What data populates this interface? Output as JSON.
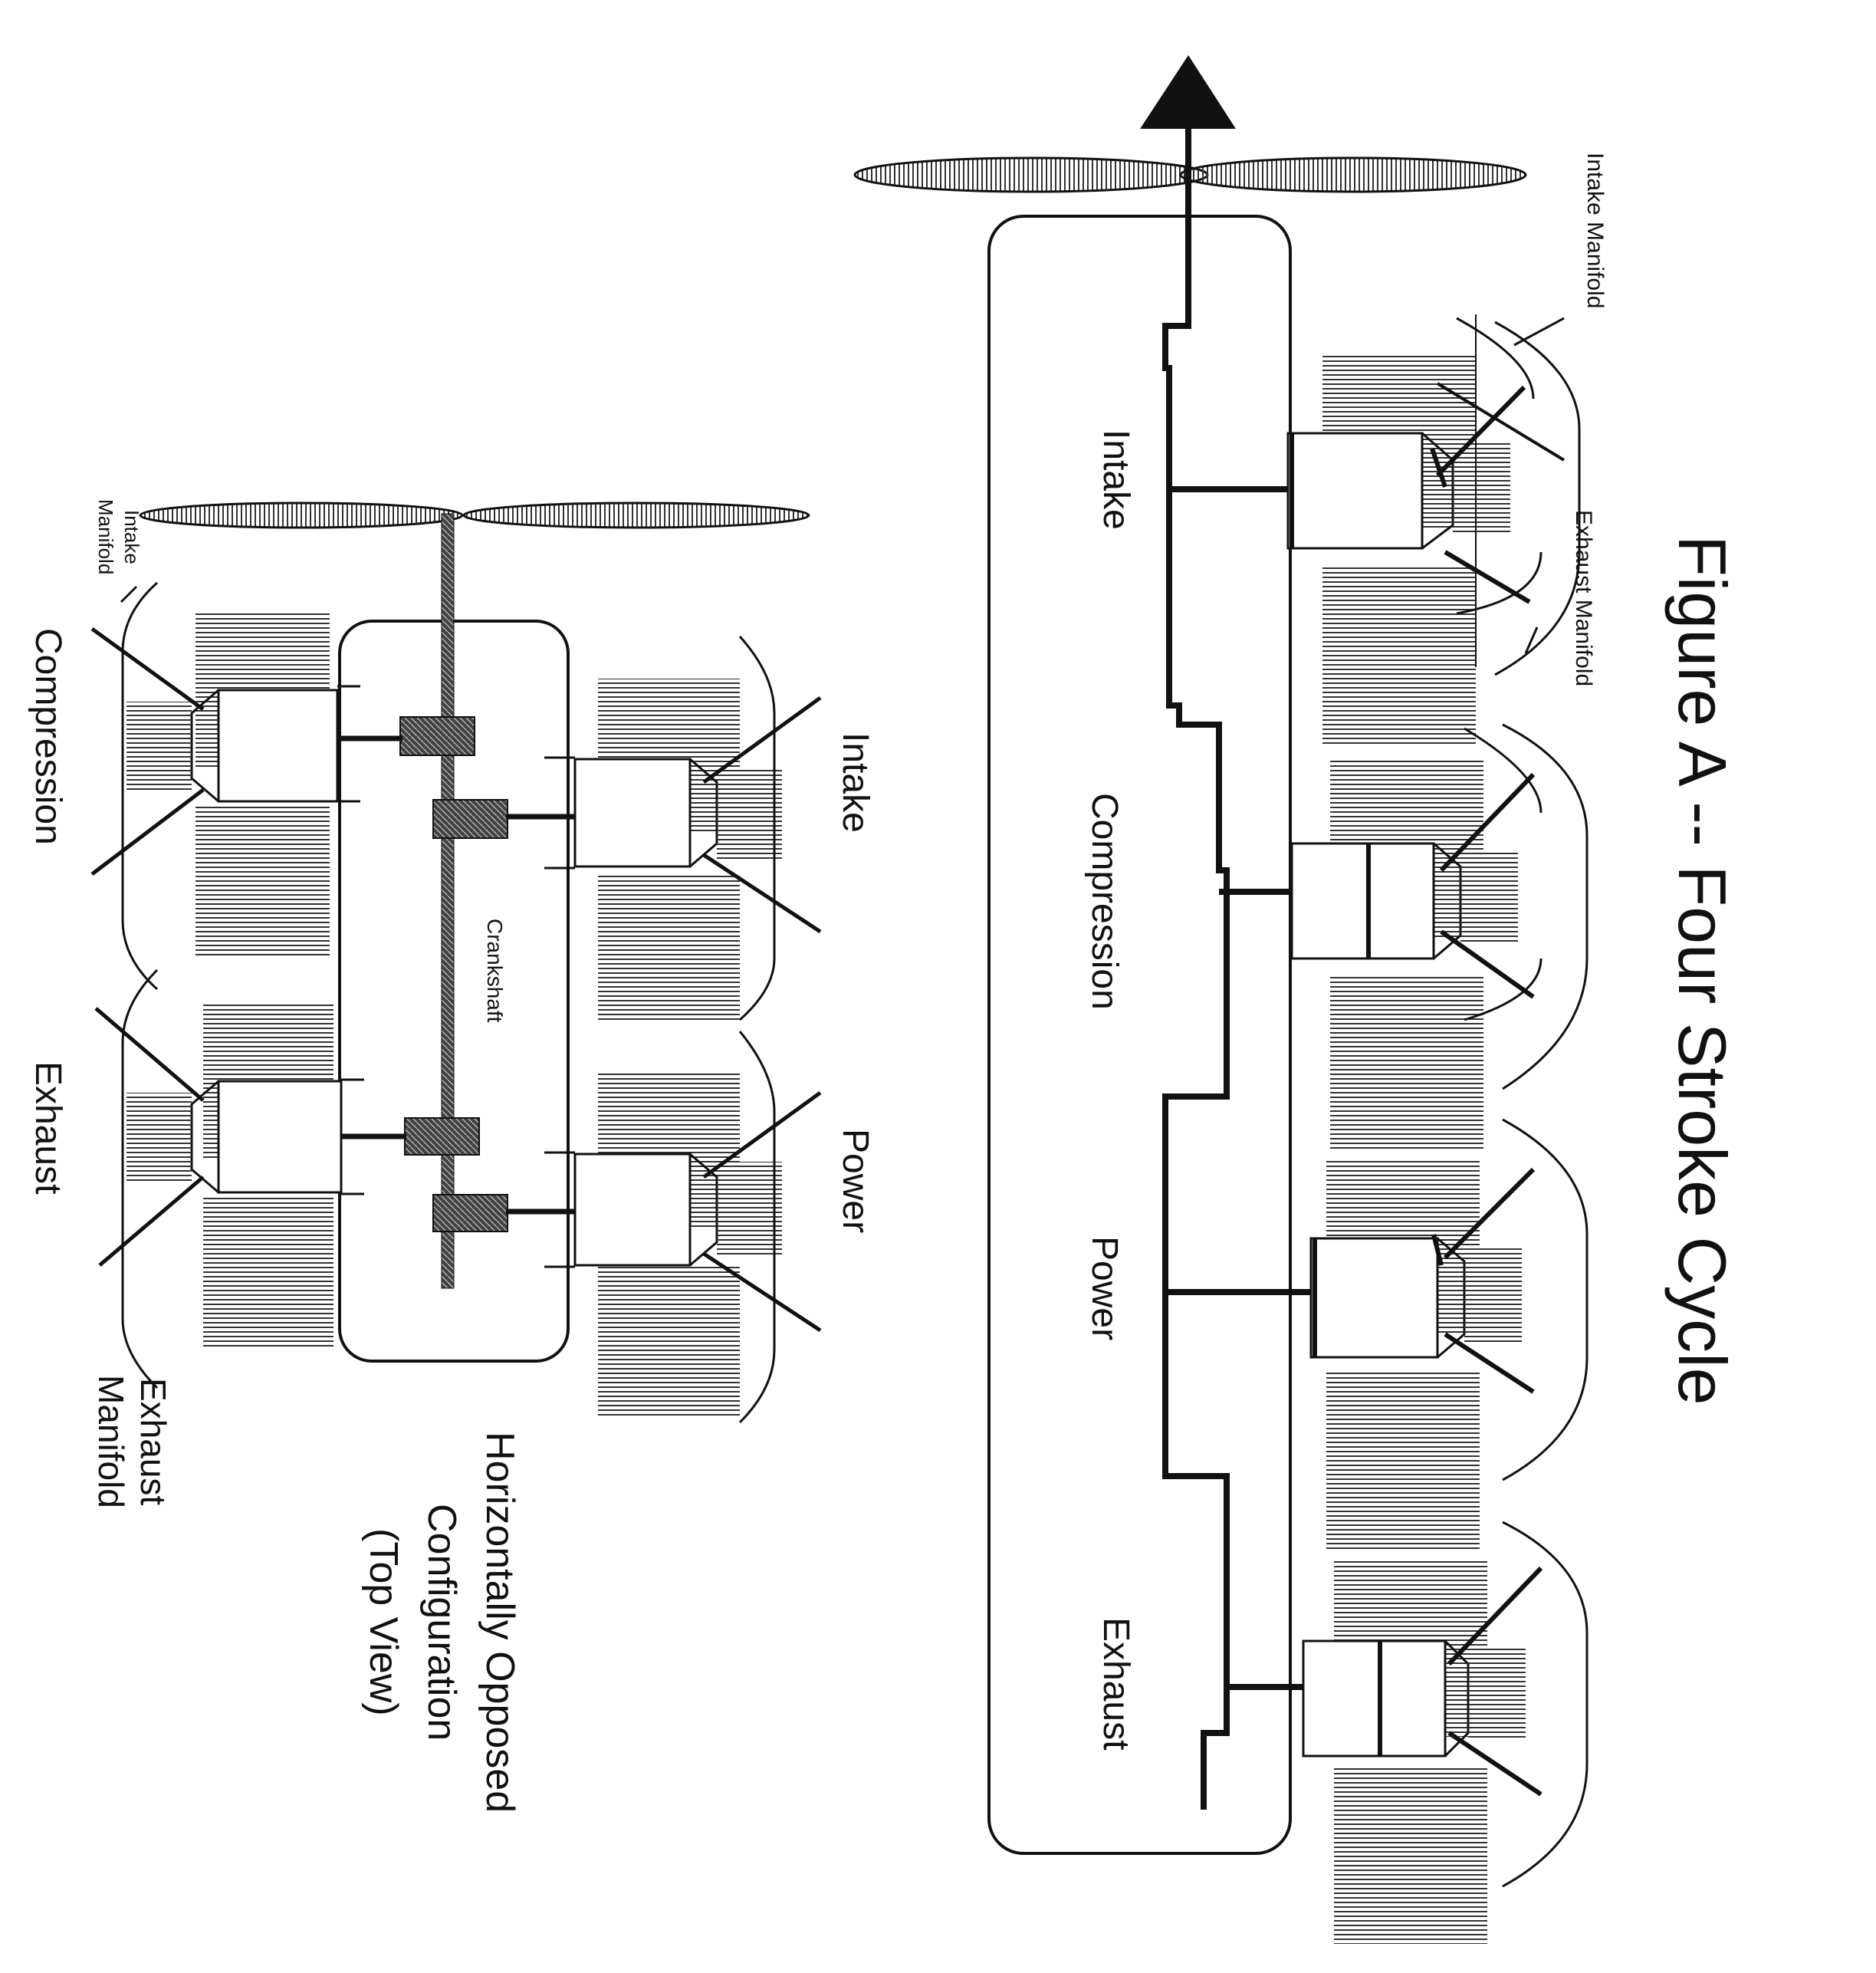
{
  "title": "Figure A -- Four Stroke Cycle",
  "inline_engine": {
    "stroke_labels": [
      "Intake",
      "Compression",
      "Power",
      "Exhaust"
    ],
    "intake_manifold_label": "Intake Manifold",
    "exhaust_manifold_label": "Exhaust Manifold"
  },
  "opposed_engine": {
    "caption_line1": "Horizontally Opposed",
    "caption_line2": "Configuration",
    "caption_line3": "(Top View)",
    "crankshaft_label": "Crankshaft",
    "intake_label": "Intake",
    "power_label": "Power",
    "compression_label": "Compression",
    "exhaust_label": "Exhaust",
    "intake_manifold_line1": "Intake",
    "intake_manifold_line2": "Manifold",
    "exhaust_manifold_line1": "Exhaust",
    "exhaust_manifold_line2": "Manifold"
  },
  "colors": {
    "ink": "#111111",
    "paper": "#ffffff",
    "hatch": "#333333"
  }
}
